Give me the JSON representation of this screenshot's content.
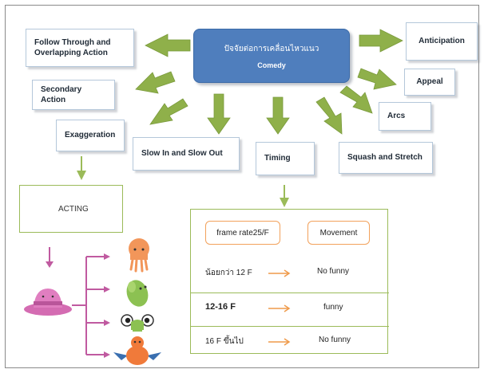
{
  "center": {
    "title": "ปัจจัยต่อการเคลื่อนไหวแนว",
    "subtitle": "Comedy"
  },
  "nodes": {
    "follow_through": "Follow Through and Overlapping Action",
    "anticipation": "Anticipation",
    "secondary_action": "Secondary Action",
    "appeal": "Appeal",
    "arcs": "Arcs",
    "exaggeration": "Exaggeration",
    "slow_in_out": "Slow In and Slow Out",
    "timing": "Timing",
    "squash_stretch": "Squash and Stretch",
    "acting": "ACTING"
  },
  "table": {
    "header_left": "frame rate25/F",
    "header_right": "Movement",
    "rows": [
      {
        "frames": "น้อยกว่า 12 F",
        "result": "No funny"
      },
      {
        "frames": "12-16 F",
        "result": "funny"
      },
      {
        "frames": "16 F  ขึ้นไป",
        "result": "No funny"
      }
    ]
  },
  "colors": {
    "center_fill": "#4f7ebd",
    "arrow_green": "#8fb04a",
    "acting_arrow": "#c05aa0",
    "table_border": "#9bbb59",
    "row_arrow": "#ef9a4a"
  },
  "characters": [
    "hat-character-icon",
    "octopus-icon",
    "green-bean-icon",
    "frog-eyes-icon",
    "orange-bird-icon"
  ]
}
